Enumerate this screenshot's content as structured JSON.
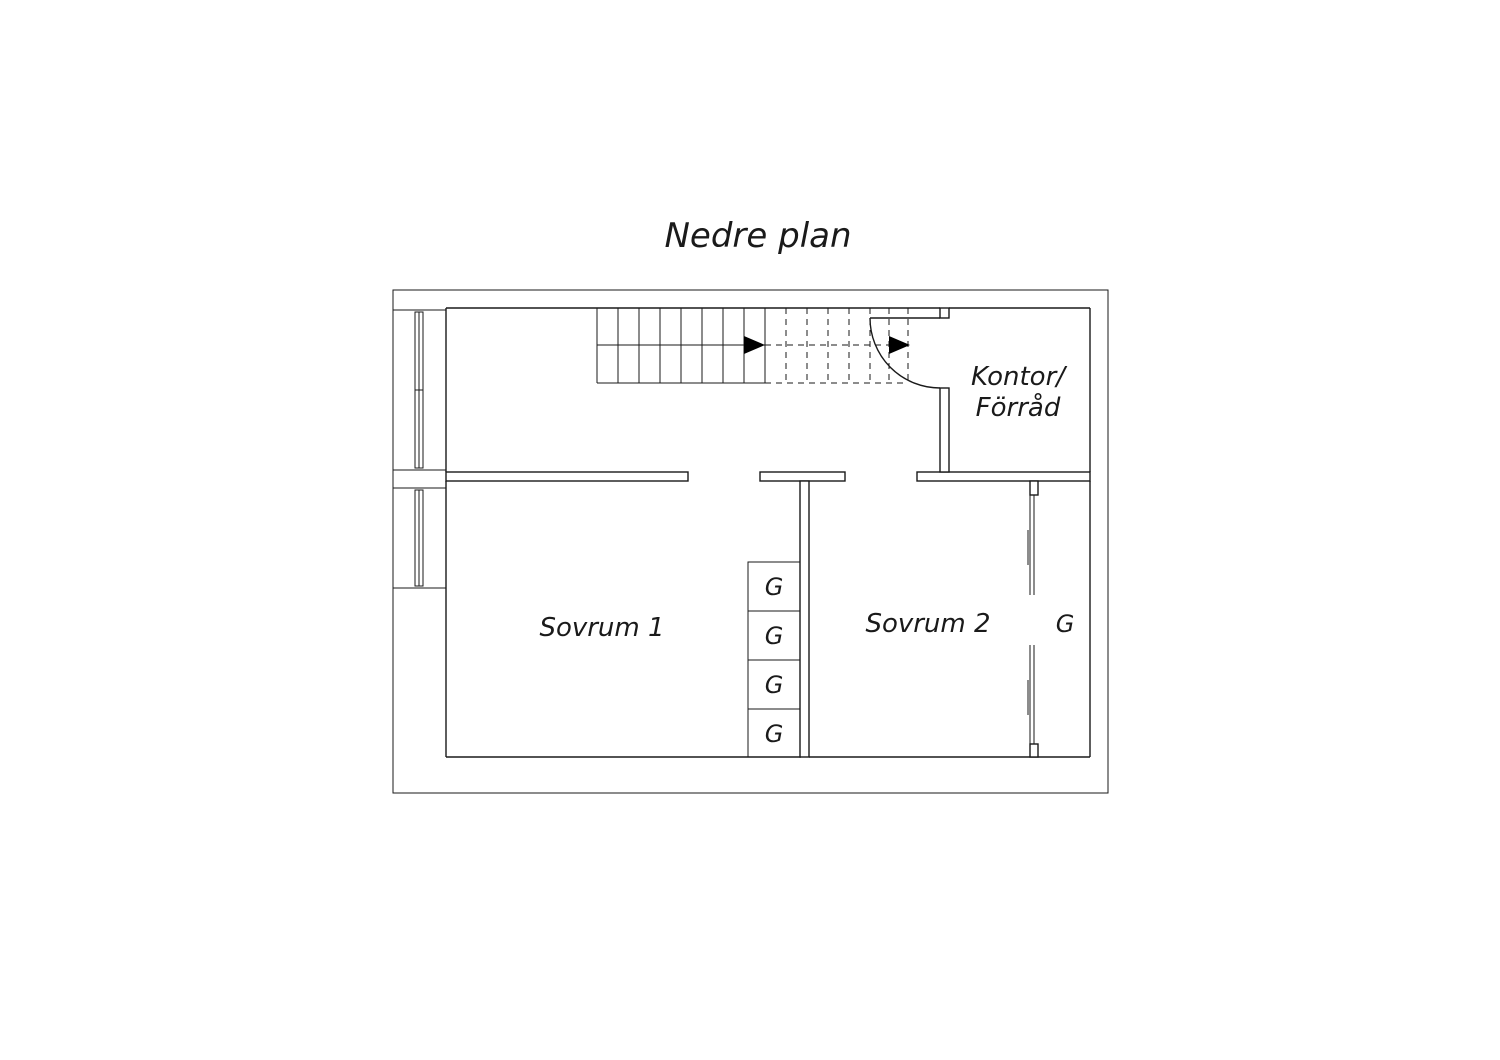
{
  "title": "Nedre plan",
  "rooms": {
    "office": {
      "line1": "Kontor/",
      "line2": "Förråd"
    },
    "bedroom1": "Sovrum 1",
    "bedroom2": "Sovrum 2"
  },
  "closet_label": "G",
  "closets_bedroom1": [
    "G",
    "G",
    "G",
    "G"
  ],
  "closet_bedroom2": "G",
  "colors": {
    "line": "#1a1a1a",
    "background": "#ffffff"
  }
}
